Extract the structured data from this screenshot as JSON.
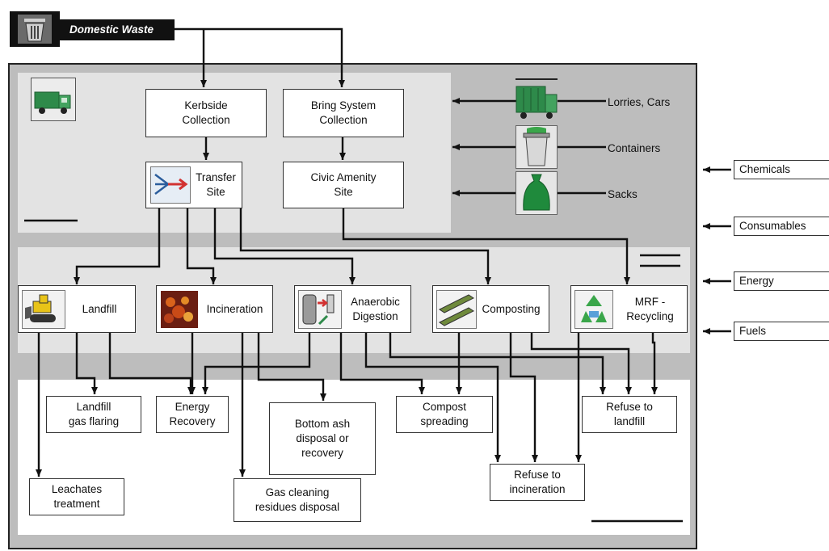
{
  "header": {
    "title": "Domestic Waste"
  },
  "collection": {
    "kerbside": "Kerbside\nCollection",
    "bring_system": "Bring System\nCollection",
    "transfer_site": "Transfer\nSite",
    "civic_amenity": "Civic Amenity\nSite"
  },
  "resources": {
    "lorries": "Lorries, Cars",
    "containers": "Containers",
    "sacks": "Sacks"
  },
  "treatments": {
    "landfill": "Landfill",
    "incineration": "Incineration",
    "anaerobic": "Anaerobic\nDigestion",
    "composting": "Composting",
    "mrf": "MRF -\nRecycling"
  },
  "outputs": {
    "gas_flaring": "Landfill\ngas flaring",
    "energy_recovery": "Energy\nRecovery",
    "bottom_ash": "Bottom ash\ndisposal or\nrecovery",
    "compost_spreading": "Compost\nspreading",
    "refuse_landfill": "Refuse to\nlandfill",
    "refuse_incineration": "Refuse to\nincineration",
    "leachates": "Leachates\ntreatment",
    "gas_cleaning": "Gas cleaning\nresidues disposal"
  },
  "inputs": {
    "chemicals": "Chemicals",
    "consumables": "Consumables",
    "energy": "Energy",
    "fuels": "Fuels"
  }
}
